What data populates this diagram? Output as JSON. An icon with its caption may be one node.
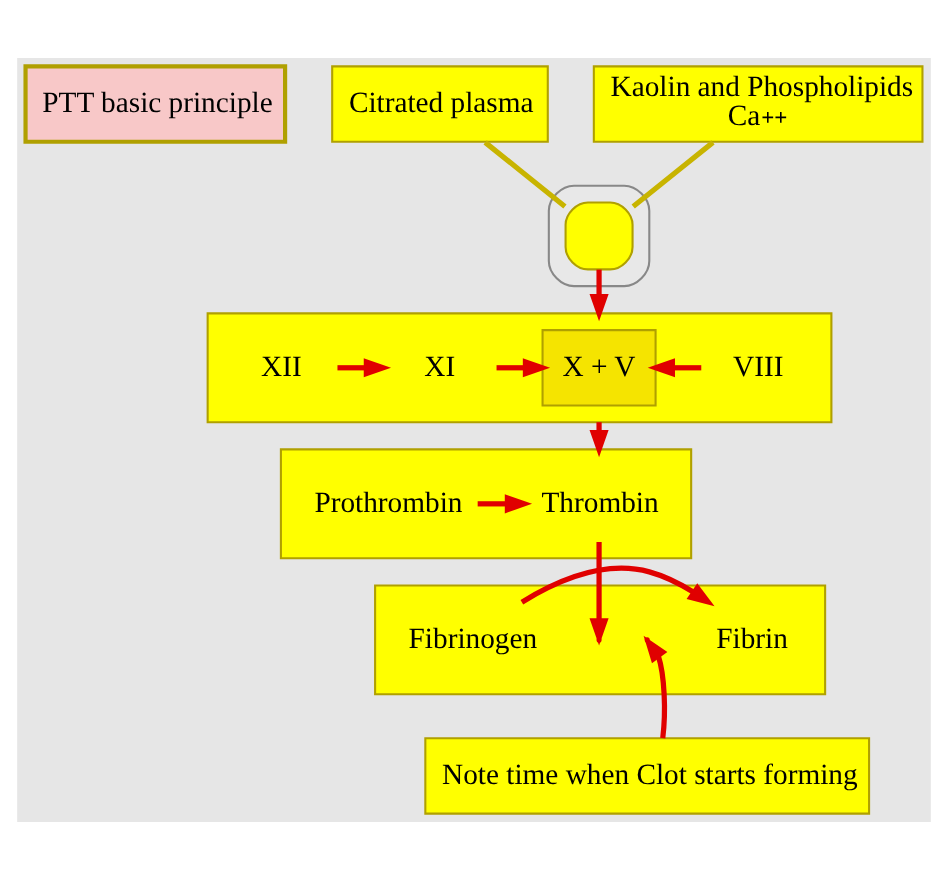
{
  "diagram": {
    "nodes": [
      {
        "text": [
          "PTT basic principle"
        ]
      },
      {
        "text": [],
        "shape": "cylinder"
      },
      {
        "text": [],
        "shape": "box",
        "in": 1
      },
      {
        "text": [
          "Citrated plasma"
        ]
      },
      {
        "text": [
          "Kaolin and Phospholipids",
          "Ca$^{++}$"
        ]
      },
      {
        "text": [],
        "shape": "box"
      },
      {
        "text": [
          "XII"
        ],
        "in": 5
      },
      {
        "text": [
          "XI"
        ],
        "in": 5
      },
      {
        "text": [
          "X + V"
        ],
        "in": 5
      },
      {
        "text": [
          "VIII"
        ],
        "in": 5
      },
      {
        "text": [],
        "shape": "box"
      },
      {
        "text": [
          "Prothrombin"
        ],
        "in": 10
      },
      {
        "text": [
          "Thrombin"
        ],
        "in": 10
      },
      {
        "text": [],
        "shape": "box"
      },
      {
        "text": [
          "Fibrinogen"
        ],
        "in": 13
      },
      {
        "text": [
          "Fibrin"
        ],
        "in": 13
      },
      {
        "text": [
          "Note time when Clot starts forming"
        ]
      }
    ],
    "edges": [
      {
        "from": 3,
        "to": 2,
        "arrow": "none",
        "color": "#c8b400"
      },
      {
        "from": 4,
        "to": 2,
        "arrow": "none",
        "color": "#c8b400"
      },
      {
        "from": 2,
        "to": 5,
        "arrow": "to"
      },
      {
        "from": 6,
        "to": 7,
        "arrow": "to"
      },
      {
        "from": 7,
        "to": 8,
        "arrow": "to"
      },
      {
        "from": 9,
        "to": 8,
        "arrow": "to"
      },
      {
        "from": 5,
        "to": 10,
        "arrow": "to"
      },
      {
        "from": 11,
        "to": 12,
        "arrow": "to"
      },
      {
        "from": 12,
        "to": null,
        "arrow": "to"
      },
      {
        "from": 14,
        "to": 15,
        "arrow": "to"
      },
      {
        "from": 16,
        "to": null,
        "arrow": "to"
      }
    ]
  }
}
